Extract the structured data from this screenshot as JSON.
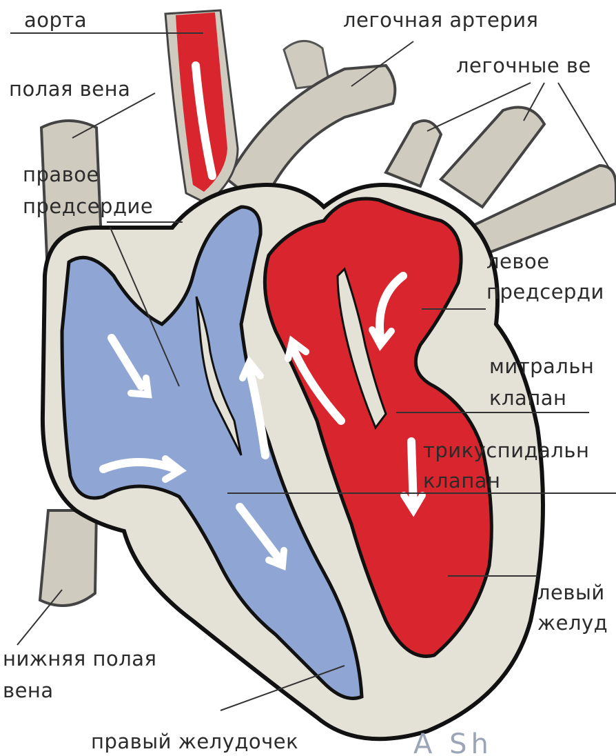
{
  "labels": {
    "aorta": "аорта",
    "pulmonary_artery": "легочная артерия",
    "pulmonary_veins": "легочные ве",
    "vena_cava": "полая вена",
    "right_atrium_1": "правое",
    "right_atrium_2": "предсердие",
    "left_atrium_1": "левое",
    "left_atrium_2": "предсерди",
    "mitral_valve_1": "митральн",
    "mitral_valve_2": "клапан",
    "tricuspid_valve_1": "трикуспидальн",
    "tricuspid_valve_2": "клапан",
    "left_ventricle_1": "левый",
    "left_ventricle_2": "желуд",
    "inferior_vena_cava_1": "нижняя полая",
    "inferior_vena_cava_2": "вена",
    "right_ventricle": "правый желудочек",
    "watermark": "A Sh"
  },
  "colors": {
    "oxygenated": "#d9262e",
    "deoxygenated": "#8fa5d3",
    "vessel_wall": "#cfccbf",
    "heart_muscle": "#e4e1d6",
    "outline": "#111111"
  }
}
